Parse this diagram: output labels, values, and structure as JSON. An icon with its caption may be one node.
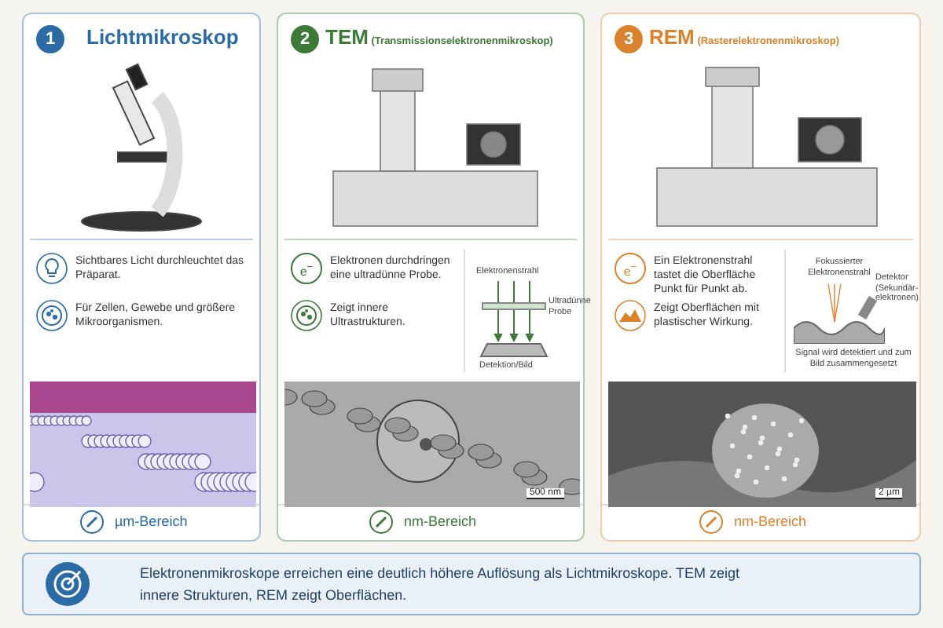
{
  "diagram": {
    "nodes": [
      {
        "text": [
          "1",
          "Lichtmikroskop",
          "Sichtbares Licht durchleuchtet das Präparat.",
          "Für Zellen, Gewebe und größere Mikroorganismen.",
          "µm-Bereich"
        ]
      },
      {
        "text": [
          "2",
          "TEM",
          "(Transmissionselektronenmikroskop)",
          "Elektronen durchdringen eine ultradünne Probe.",
          "Zeigt innere Ultrastrukturen.",
          "nm-Bereich"
        ]
      },
      {
        "text": [
          "3",
          "REM",
          "(Rasterelektronenmikroskop)",
          "Ein Elektronenstrahl tastet die Oberfläche Punkt für Punkt ab.",
          "Zeigt Oberflächen mit plastischer Wirkung.",
          "nm-Bereich"
        ]
      },
      {
        "text": [],
        "shape": "picture",
        "in": 0
      },
      {
        "text": [],
        "shape": "picture",
        "in": 1
      },
      {
        "text": [],
        "shape": "picture",
        "in": 2
      },
      {
        "text": [],
        "shape": "picture",
        "in": 0
      },
      {
        "text": [],
        "shape": "picture",
        "in": 1
      },
      {
        "text": [],
        "shape": "picture",
        "in": 2
      },
      {
        "text": [
          "Elektronenmikroskope erreichen eine deutlich höhere Auflösung als Lichtmikroskope. TEM zeigt innere Strukturen, REM zeigt Oberflächen."
        ]
      }
    ],
    "edges": [],
    "labels": [
      "e$^{−}$",
      "Elektronenstrahl",
      "Ultradünne Probe",
      "Detektion/Bild",
      "500 nm",
      "e$^{−}$",
      "Fokussierter Elektronenstrahl",
      "Detektor (Sekundär- elektronen)",
      "Signal wird detektiert und zum Bild zusammengesetzt",
      "2 µm"
    ]
  }
}
